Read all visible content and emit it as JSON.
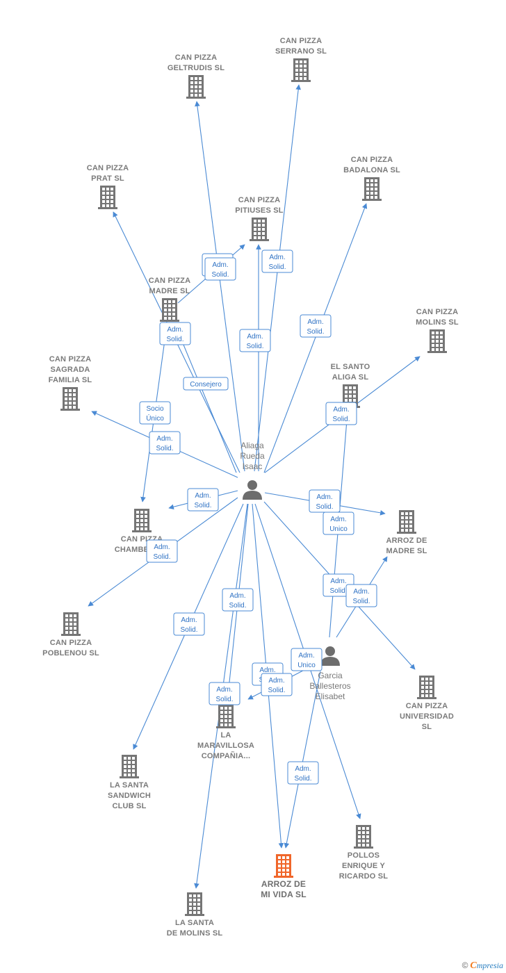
{
  "colors": {
    "edge": "#4a8ad4",
    "building": "#757575",
    "highlight": "#f0662a",
    "person": "#6d6d6d"
  },
  "nodes": [
    {
      "id": "serrano",
      "type": "company",
      "lines": [
        "CAN PIZZA",
        "SERRANO  SL"
      ]
    },
    {
      "id": "geltrudis",
      "type": "company",
      "lines": [
        "CAN PIZZA",
        "GELTRUDIS  SL"
      ]
    },
    {
      "id": "badalona",
      "type": "company",
      "lines": [
        "CAN PIZZA",
        "BADALONA  SL"
      ]
    },
    {
      "id": "prat",
      "type": "company",
      "lines": [
        "CAN PIZZA",
        "PRAT  SL"
      ]
    },
    {
      "id": "pitiuses",
      "type": "company",
      "lines": [
        "CAN PIZZA",
        "PITIUSES  SL"
      ]
    },
    {
      "id": "madre",
      "type": "company",
      "lines": [
        "CAN PIZZA",
        "MADRE  SL"
      ]
    },
    {
      "id": "molins",
      "type": "company",
      "lines": [
        "CAN PIZZA",
        "MOLINS  SL"
      ]
    },
    {
      "id": "sagrada",
      "type": "company",
      "lines": [
        "CAN PIZZA",
        "SAGRADA",
        "FAMILIA  SL"
      ]
    },
    {
      "id": "santo",
      "type": "company",
      "lines": [
        "EL SANTO",
        "ALIGA  SL"
      ]
    },
    {
      "id": "chamberi",
      "type": "company",
      "lines": [
        "CAN PIZZA",
        "CHAMBERI  SL"
      ]
    },
    {
      "id": "arrozmadre",
      "type": "company",
      "lines": [
        "ARROZ DE",
        "MADRE  SL"
      ]
    },
    {
      "id": "poblenou",
      "type": "company",
      "lines": [
        "CAN PIZZA",
        "POBLENOU  SL"
      ]
    },
    {
      "id": "universidad",
      "type": "company",
      "lines": [
        "CAN PIZZA",
        "UNIVERSIDAD",
        "SL"
      ]
    },
    {
      "id": "maravillosa",
      "type": "company",
      "lines": [
        "LA",
        "MARAVILLOSA",
        "COMPAÑIA..."
      ]
    },
    {
      "id": "sandwich",
      "type": "company",
      "lines": [
        "LA SANTA",
        "SANDWICH",
        "CLUB  SL"
      ]
    },
    {
      "id": "pollos",
      "type": "company",
      "lines": [
        "POLLOS",
        "ENRIQUE Y",
        "RICARDO  SL"
      ]
    },
    {
      "id": "arrozvida",
      "type": "company",
      "highlight": true,
      "lines": [
        "ARROZ DE",
        "MI VIDA  SL"
      ]
    },
    {
      "id": "santamolins",
      "type": "company",
      "lines": [
        "LA SANTA",
        "DE MOLINS  SL"
      ]
    },
    {
      "id": "aliaga",
      "type": "person",
      "lines": [
        "Aliaga",
        "Rueda",
        "Isaac"
      ]
    },
    {
      "id": "garcia",
      "type": "person",
      "lines": [
        "Garcia",
        "Ballesteros",
        "Elisabet"
      ]
    }
  ],
  "edges": [
    {
      "from": "aliaga",
      "to": "geltrudis",
      "label": []
    },
    {
      "from": "aliaga",
      "to": "serrano",
      "label": [
        "Adm.",
        "Solid."
      ]
    },
    {
      "from": "aliaga",
      "to": "pitiuses",
      "label": [
        "Adm.",
        "Solid."
      ]
    },
    {
      "from": "aliaga",
      "to": "badalona",
      "label": [
        "Adm.",
        "Solid."
      ]
    },
    {
      "from": "aliaga",
      "to": "prat",
      "label": [
        "Consejero"
      ]
    },
    {
      "from": "aliaga",
      "to": "madre",
      "label": [
        "Adm.",
        "Solid."
      ]
    },
    {
      "from": "aliaga",
      "to": "sagrada",
      "label": [
        "Adm.",
        "Solid."
      ]
    },
    {
      "from": "aliaga",
      "to": "molins",
      "label": [
        "Adm.",
        "Solid."
      ]
    },
    {
      "from": "aliaga",
      "to": "chamberi",
      "label": [
        "Adm.",
        "Solid."
      ]
    },
    {
      "from": "aliaga",
      "to": "arrozmadre",
      "label": [
        "Adm.",
        "Solid."
      ]
    },
    {
      "from": "aliaga",
      "to": "poblenou",
      "label": [
        "Adm.",
        "Solid."
      ]
    },
    {
      "from": "aliaga",
      "to": "universidad",
      "label": [
        "Adm.",
        "Solid."
      ]
    },
    {
      "from": "aliaga",
      "to": "maravillosa",
      "label": [
        "Adm.",
        "Solid."
      ]
    },
    {
      "from": "aliaga",
      "to": "sandwich",
      "label": [
        "Adm.",
        "Solid."
      ]
    },
    {
      "from": "aliaga",
      "to": "pollos",
      "label": []
    },
    {
      "from": "aliaga",
      "to": "arrozvida",
      "label": []
    },
    {
      "from": "aliaga",
      "to": "santamolins",
      "label": [
        "Adm.",
        "Solid."
      ]
    },
    {
      "from": "madre",
      "to": "pitiuses",
      "label": [
        "Socio",
        "Único"
      ]
    },
    {
      "from": "madre",
      "to": "chamberi",
      "label": [
        "Socio",
        "Único"
      ]
    },
    {
      "from": "garcia",
      "to": "santo",
      "label": [
        "Adm.",
        "Unico"
      ]
    },
    {
      "from": "garcia",
      "to": "arrozmadre",
      "label": [
        "Adm.",
        "Solid."
      ]
    },
    {
      "from": "garcia",
      "to": "maravillosa",
      "label": [
        "Adm.",
        "Unico"
      ]
    },
    {
      "from": "garcia",
      "to": "arrozvida",
      "label": [
        "Adm.",
        "Solid."
      ]
    }
  ],
  "extra_labels": [
    [
      "Adm.",
      "Solid."
    ],
    [
      "Adm.",
      "Solid."
    ],
    [
      "Adm.",
      "Solid."
    ]
  ],
  "footer": {
    "copyright": "©",
    "brand_initial": "C",
    "brand_rest": "mpresia"
  }
}
